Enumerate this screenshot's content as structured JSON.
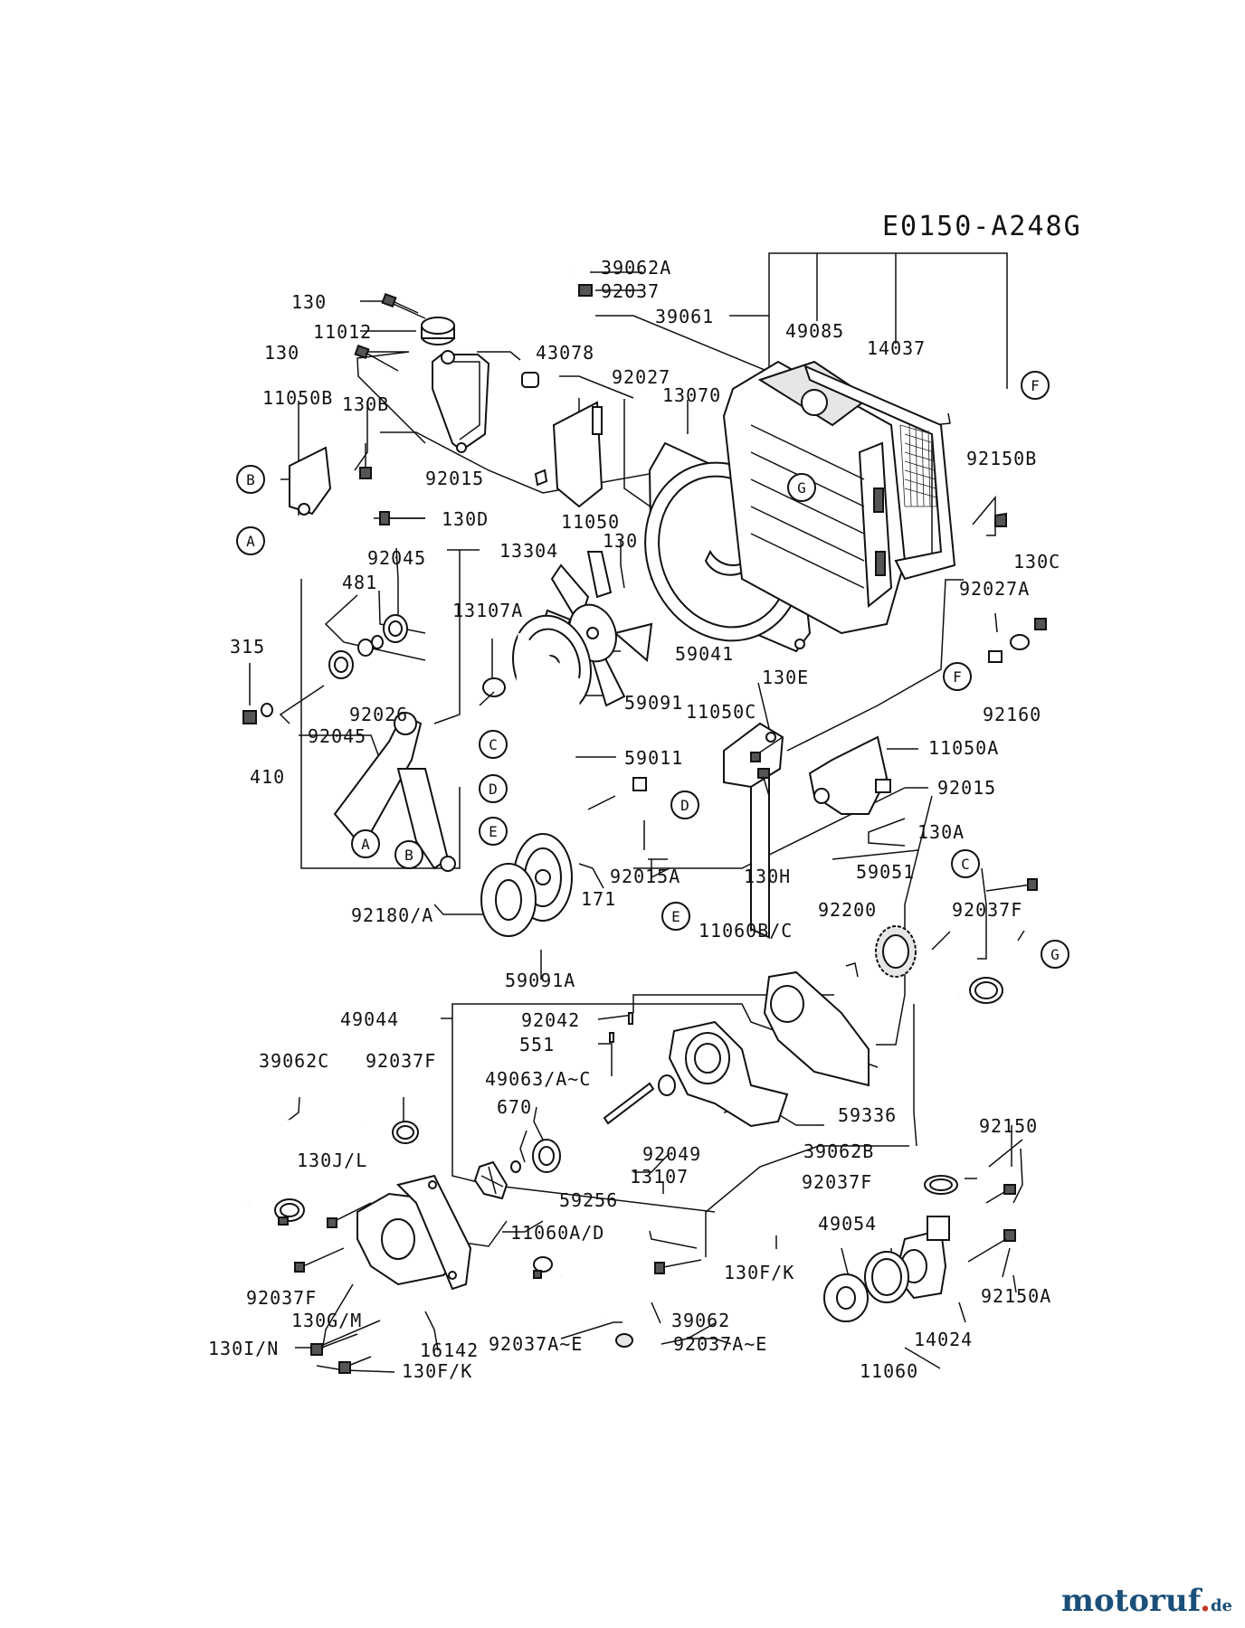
{
  "diagram_code": "E0150-A248G",
  "labels": {
    "l39062A": "39062A",
    "l92037a": "92037",
    "l39061": "39061",
    "l49085": "49085",
    "l14037": "14037",
    "l130a": "130",
    "l11012": "11012",
    "l130b": "130",
    "l43078": "43078",
    "l92027": "92027",
    "l13070": "13070",
    "l11050B": "11050B",
    "l130B": "130B",
    "l92015a": "92015",
    "l11050": "11050",
    "l130D": "130D",
    "l130c": "130",
    "l92150B": "92150B",
    "l13304": "13304",
    "l92045a": "92045",
    "l481": "481",
    "l13107A": "13107A",
    "l130C": "130C",
    "l92027A": "92027A",
    "l315": "315",
    "l59041": "59041",
    "l92026": "92026",
    "l92045b": "92045",
    "l130E": "130E",
    "l92160": "92160",
    "l11050C": "11050C",
    "l59091": "59091",
    "l11050A": "11050A",
    "l410": "410",
    "l59011": "59011",
    "l92015b": "92015",
    "l130A": "130A",
    "l92015A": "92015A",
    "l130H": "130H",
    "l59051": "59051",
    "l171": "171",
    "l92200": "92200",
    "l92037F1": "92037F",
    "l92180": "92180/A",
    "l11060BC": "11060B/C",
    "l59091A": "59091A",
    "l49044": "49044",
    "l92042": "92042",
    "l551": "551",
    "l39062C": "39062C",
    "l92037F2": "92037F",
    "l49063": "49063/A~C",
    "l670": "670",
    "l59336": "59336",
    "l130JL": "130J/L",
    "l92049": "92049",
    "l13107": "13107",
    "l39062B": "39062B",
    "l92150": "92150",
    "l92037F3": "92037F",
    "l59256": "59256",
    "l49054": "49054",
    "l11060AD": "11060A/D",
    "l130FK1": "130F/K",
    "l92037F4": "92037F",
    "l130GM": "130G/M",
    "l39062": "39062",
    "l92150A": "92150A",
    "l14024": "14024",
    "l130IN": "130I/N",
    "l16142": "16142",
    "l92037AE1": "92037A~E",
    "l92037AE2": "92037A~E",
    "l130FK2": "130F/K",
    "l11060": "11060"
  },
  "callouts": {
    "a1": "A",
    "a2": "A",
    "b1": "B",
    "b2": "B",
    "c1": "C",
    "c2": "C",
    "d1": "D",
    "d2": "D",
    "e1": "E",
    "e2": "E",
    "f1": "F",
    "f2": "F",
    "g1": "G",
    "g2": "G"
  },
  "watermark": {
    "name": "motoruf",
    "dot": ".",
    "tld": "de"
  }
}
